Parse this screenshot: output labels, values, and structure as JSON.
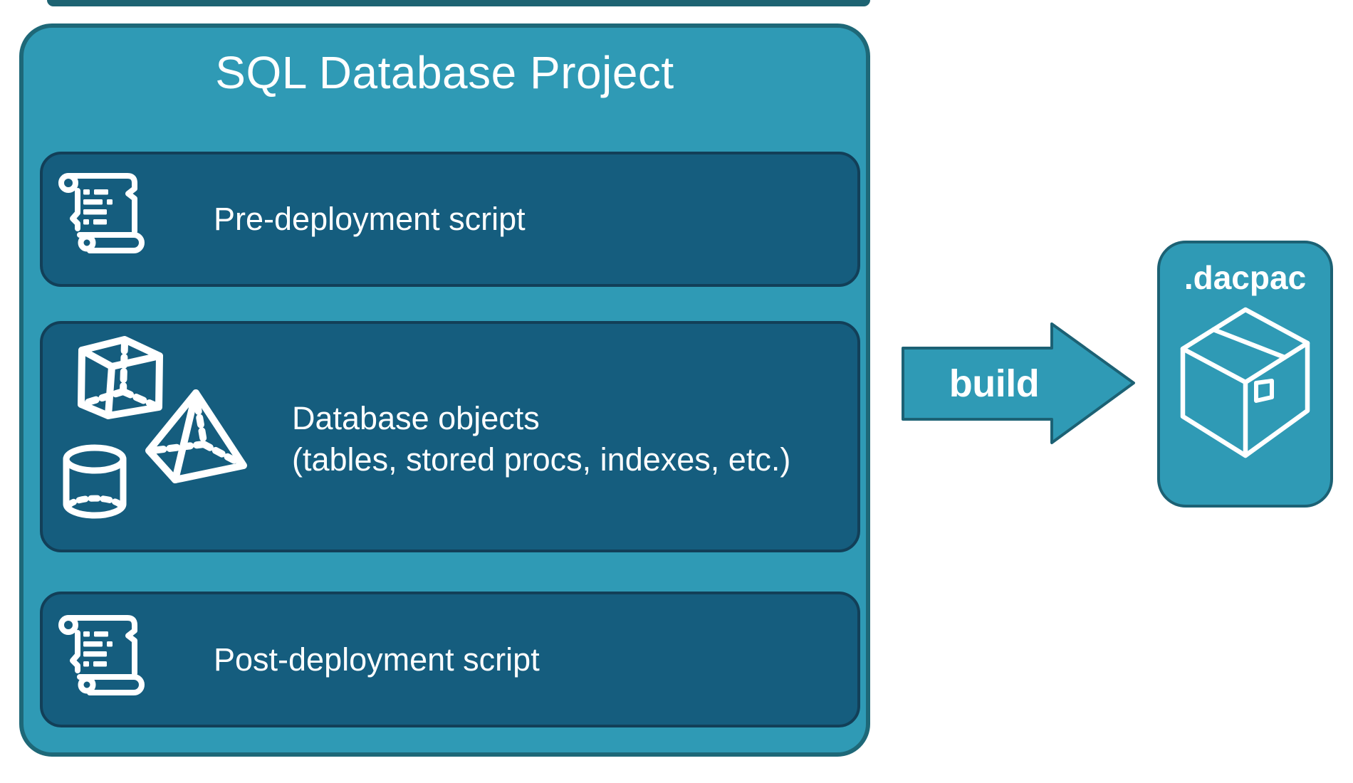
{
  "colors": {
    "teal": "#2F9AB5",
    "teal-stroke": "#1C6174",
    "outer-stroke": "#1E6878",
    "panel": "#155D7E",
    "panel-stroke": "#123F58",
    "top-edge": "#1D6372",
    "text": "#FFFFFF"
  },
  "project": {
    "title": "SQL Database Project",
    "items": [
      {
        "label": "Pre-deployment script",
        "icon": "scroll-icon"
      },
      {
        "label": "Database objects",
        "sublabel": "(tables, stored procs, indexes, etc.)",
        "icons": [
          "cube-icon",
          "pyramid-icon",
          "cylinder-icon"
        ]
      },
      {
        "label": "Post-deployment script",
        "icon": "scroll-icon"
      }
    ]
  },
  "arrow": {
    "label": "build"
  },
  "output": {
    "title": ".dacpac",
    "icon": "package-icon"
  }
}
